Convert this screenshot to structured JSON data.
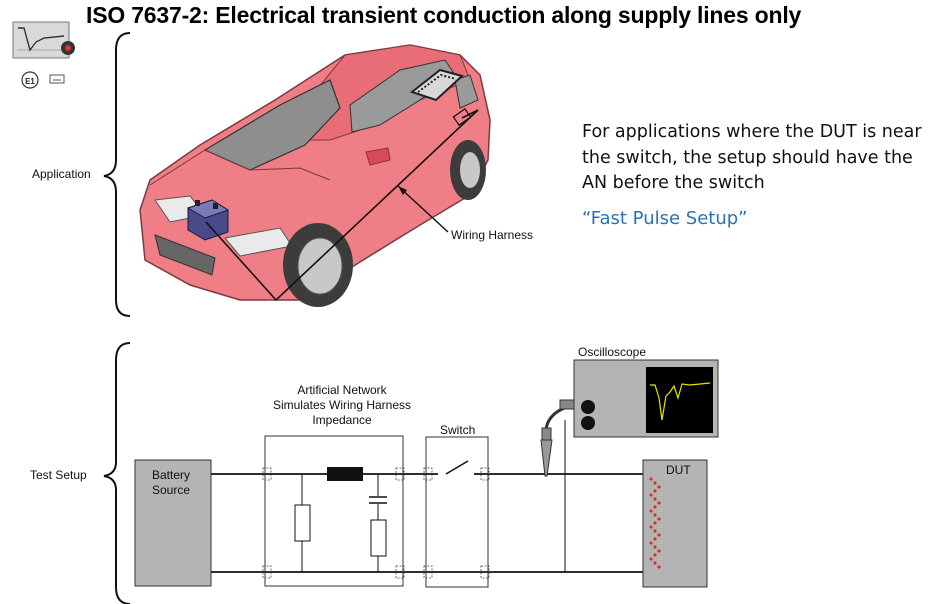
{
  "title": "ISO 7637-2: Electrical transient conduction along supply lines only",
  "description": "For applications where the DUT is near the switch, the setup should have the AN before the switch",
  "highlight": "“Fast Pulse Setup”",
  "labels": {
    "application": "Application",
    "test_setup": "Test Setup",
    "wiring_harness": "Wiring Harness",
    "oscilloscope": "Oscilloscope",
    "artificial_network_1": "Artificial Network",
    "artificial_network_2": "Simulates Wiring Harness",
    "artificial_network_3": "Impedance",
    "switch": "Switch",
    "battery_1": "Battery",
    "battery_2": "Source",
    "dut": "DUT"
  },
  "icons": {
    "logo_badge": "E1"
  },
  "colors": {
    "car_body": "#f07e86",
    "fast_pulse_text": "#2a72b8",
    "box_fill": "#b4b4b4",
    "scope_trace": "#e6e600",
    "dut_dots": "#e03030"
  }
}
